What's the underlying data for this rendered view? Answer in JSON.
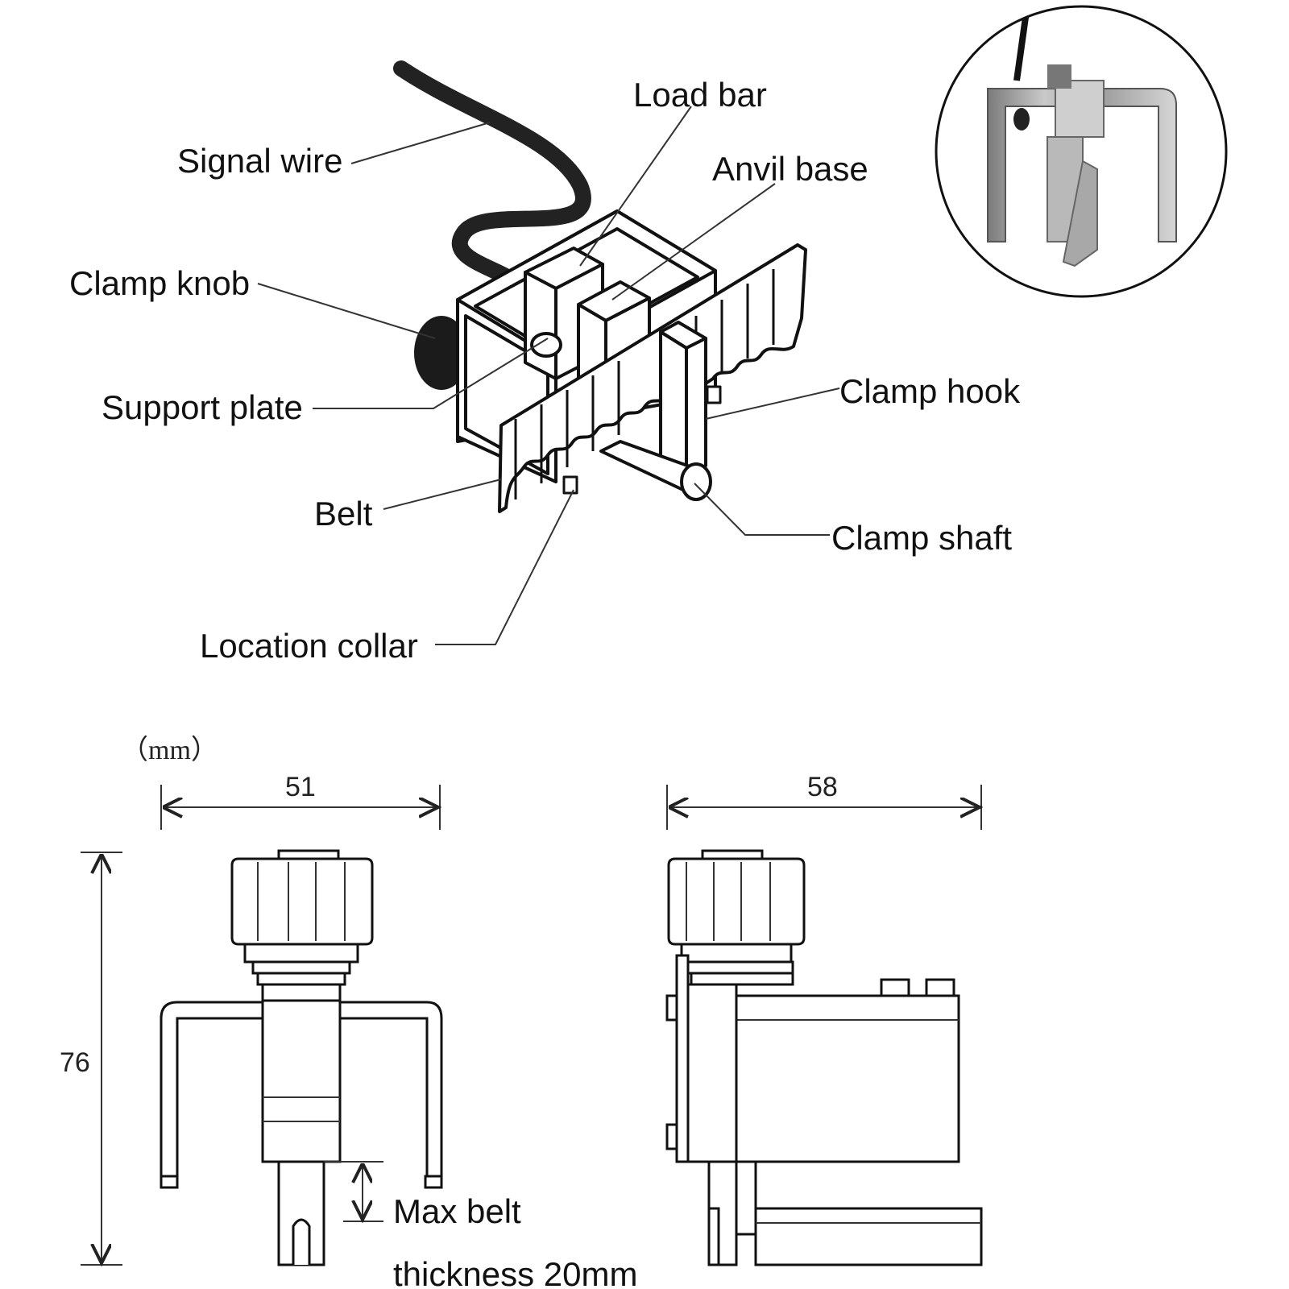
{
  "labels": {
    "signal_wire": "Signal wire",
    "load_bar": "Load bar",
    "anvil_base": "Anvil base",
    "clamp_knob": "Clamp knob",
    "support_plate": "Support plate",
    "clamp_hook": "Clamp hook",
    "belt": "Belt",
    "clamp_shaft": "Clamp shaft",
    "location_collar": "Location collar"
  },
  "dimensions": {
    "unit": "（mm）",
    "front_width": "51",
    "side_width": "58",
    "height": "76",
    "max_belt_line1": "Max belt",
    "max_belt_line2": "thickness 20mm"
  },
  "photo": {
    "subject": "photo of belt clamp device"
  }
}
